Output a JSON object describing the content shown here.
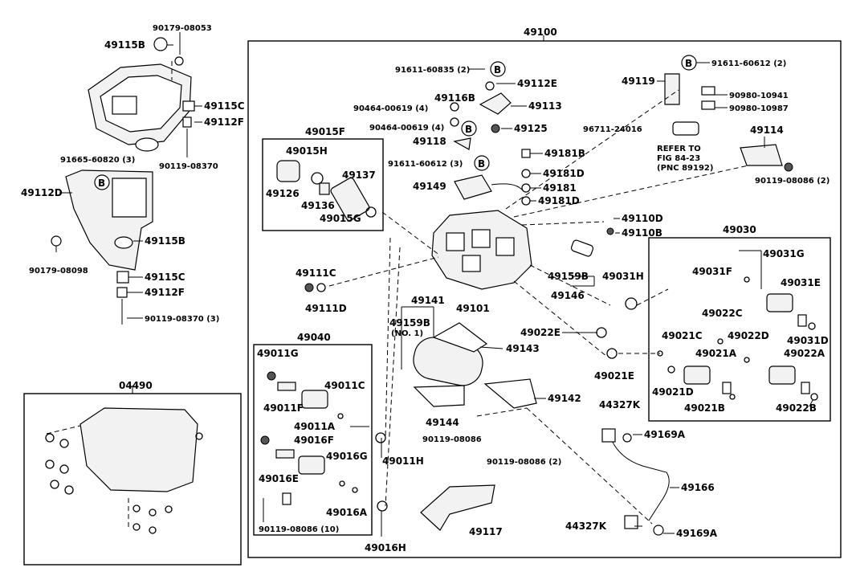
{
  "labels": {
    "l49100": "49100",
    "l90179_08053": "90179-08053",
    "l49115B_top": "49115B",
    "l49115C_top": "49115C",
    "l49112F_top": "49112F",
    "l90119_08370_top": "90119-08370",
    "l91665_60820": "91665-60820 (3)",
    "l49112D": "49112D",
    "l49115B_bot": "49115B",
    "l90179_08098": "90179-08098",
    "l49115C_bot": "49115C",
    "l49112F_bot": "49112F",
    "l90119_08370_bot": "90119-08370 (3)",
    "l04490": "04490",
    "l49015F": "49015F",
    "l49015H": "49015H",
    "l49137": "49137",
    "l49126": "49126",
    "l49136": "49136",
    "l49015G": "49015G",
    "l91611_60835": "91611-60835 (2)",
    "l49112E": "49112E",
    "l90464_00619_a": "90464-00619 (4)",
    "l49116B": "49116B",
    "l49113": "49113",
    "l90464_00619_b": "90464-00619 (4)",
    "l49125": "49125",
    "l49118": "49118",
    "l49181B": "49181B",
    "l91611_60612_mid": "91611-60612 (3)",
    "l49181D_a": "49181D",
    "l49149": "49149",
    "l49181": "49181",
    "l49181D_b": "49181D",
    "l91611_60612_top": "91611-60612 (2)",
    "l49119": "49119",
    "l90980_10941": "90980-10941",
    "l90980_10987": "90980-10987",
    "l96711_24016": "96711-24016",
    "l49114": "49114",
    "l90119_08086_tr": "90119-08086 (2)",
    "l49110D": "49110D",
    "l49110B": "49110B",
    "l49111C": "49111C",
    "l49111D": "49111D",
    "l49159B": "49159B",
    "l49146": "49146",
    "l49031H": "49031H",
    "l49101": "49101",
    "l49141": "49141",
    "l49159B_no1": "49159B",
    "l49143": "49143",
    "l49022E": "49022E",
    "l49021E": "49021E",
    "l49142": "49142",
    "l49144": "49144",
    "l90119_08086_mid": "90119-08086",
    "l90119_08086_2": "90119-08086 (2)",
    "l44327K_a": "44327K",
    "l49169A_a": "49169A",
    "l49166": "49166",
    "l49117": "49117",
    "l44327K_b": "44327K",
    "l49169A_b": "49169A",
    "l49040": "49040",
    "l49011G": "49011G",
    "l49011C": "49011C",
    "l49011F": "49011F",
    "l49011A": "49011A",
    "l49016F": "49016F",
    "l49016G": "49016G",
    "l49016E": "49016E",
    "l49016A": "49016A",
    "l90119_08086_10": "90119-08086 (10)",
    "l49011H": "49011H",
    "l49016H": "49016H",
    "l49030": "49030",
    "l49031G": "49031G",
    "l49031F": "49031F",
    "l49031E": "49031E",
    "l49022C": "49022C",
    "l49021C": "49021C",
    "l49022D": "49022D",
    "l49031D": "49031D",
    "l49021A": "49021A",
    "l49022A": "49022A",
    "l49021D": "49021D",
    "l49021B": "49021B",
    "l49022B": "49022B",
    "refer1": "REFER TO",
    "refer2": "FIG 84-23",
    "refer3": "(PNC 89192)",
    "no1": "(NO. 1)",
    "b": "B"
  }
}
